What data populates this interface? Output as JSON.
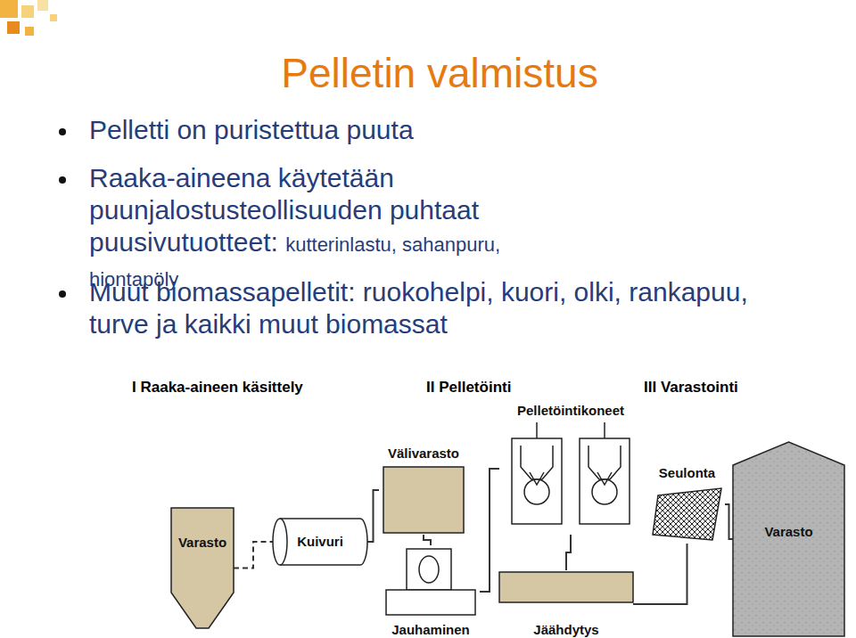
{
  "diagram": {
    "title": "Pelletin valmistus",
    "nodes": [
      {
        "text": [
          "Varasto"
        ]
      },
      {
        "text": [
          "Kuivuri"
        ]
      },
      {
        "text": [
          "Välivarasto"
        ]
      },
      {
        "text": [
          "Jauhaminen"
        ]
      },
      {
        "text": [
          "Pelletöintikoneet"
        ]
      },
      {
        "text": [
          "Jäähdytys"
        ]
      },
      {
        "text": [
          "Seulonta"
        ]
      },
      {
        "text": [
          "Varasto"
        ]
      }
    ],
    "edges": [
      {
        "from": 0,
        "to": 1,
        "arrow": "none"
      },
      {
        "from": 1,
        "to": 2,
        "arrow": "none"
      },
      {
        "from": 2,
        "to": 3,
        "arrow": "none"
      },
      {
        "from": 3,
        "to": 4,
        "arrow": "none"
      },
      {
        "from": 4,
        "to": 5,
        "arrow": "none"
      },
      {
        "from": 5,
        "to": 6,
        "arrow": "none"
      },
      {
        "from": 6,
        "to": 7,
        "arrow": "none"
      }
    ],
    "labels": [
      "Pelletti on puristettua puuta",
      "Raaka-aineena käytetään puunjalostusteollisuuden puhtaat puusivutuotteet:",
      "kutterinlastu, sahanpuru, hiontapöly",
      "Muut biomassapelletit: ruokohelpi, kuori, olki, rankapuu, turve ja kaikki muut biomassat",
      "I Raaka-aineen käsittely",
      "II Pelletöinti",
      "III Varastointi"
    ]
  }
}
